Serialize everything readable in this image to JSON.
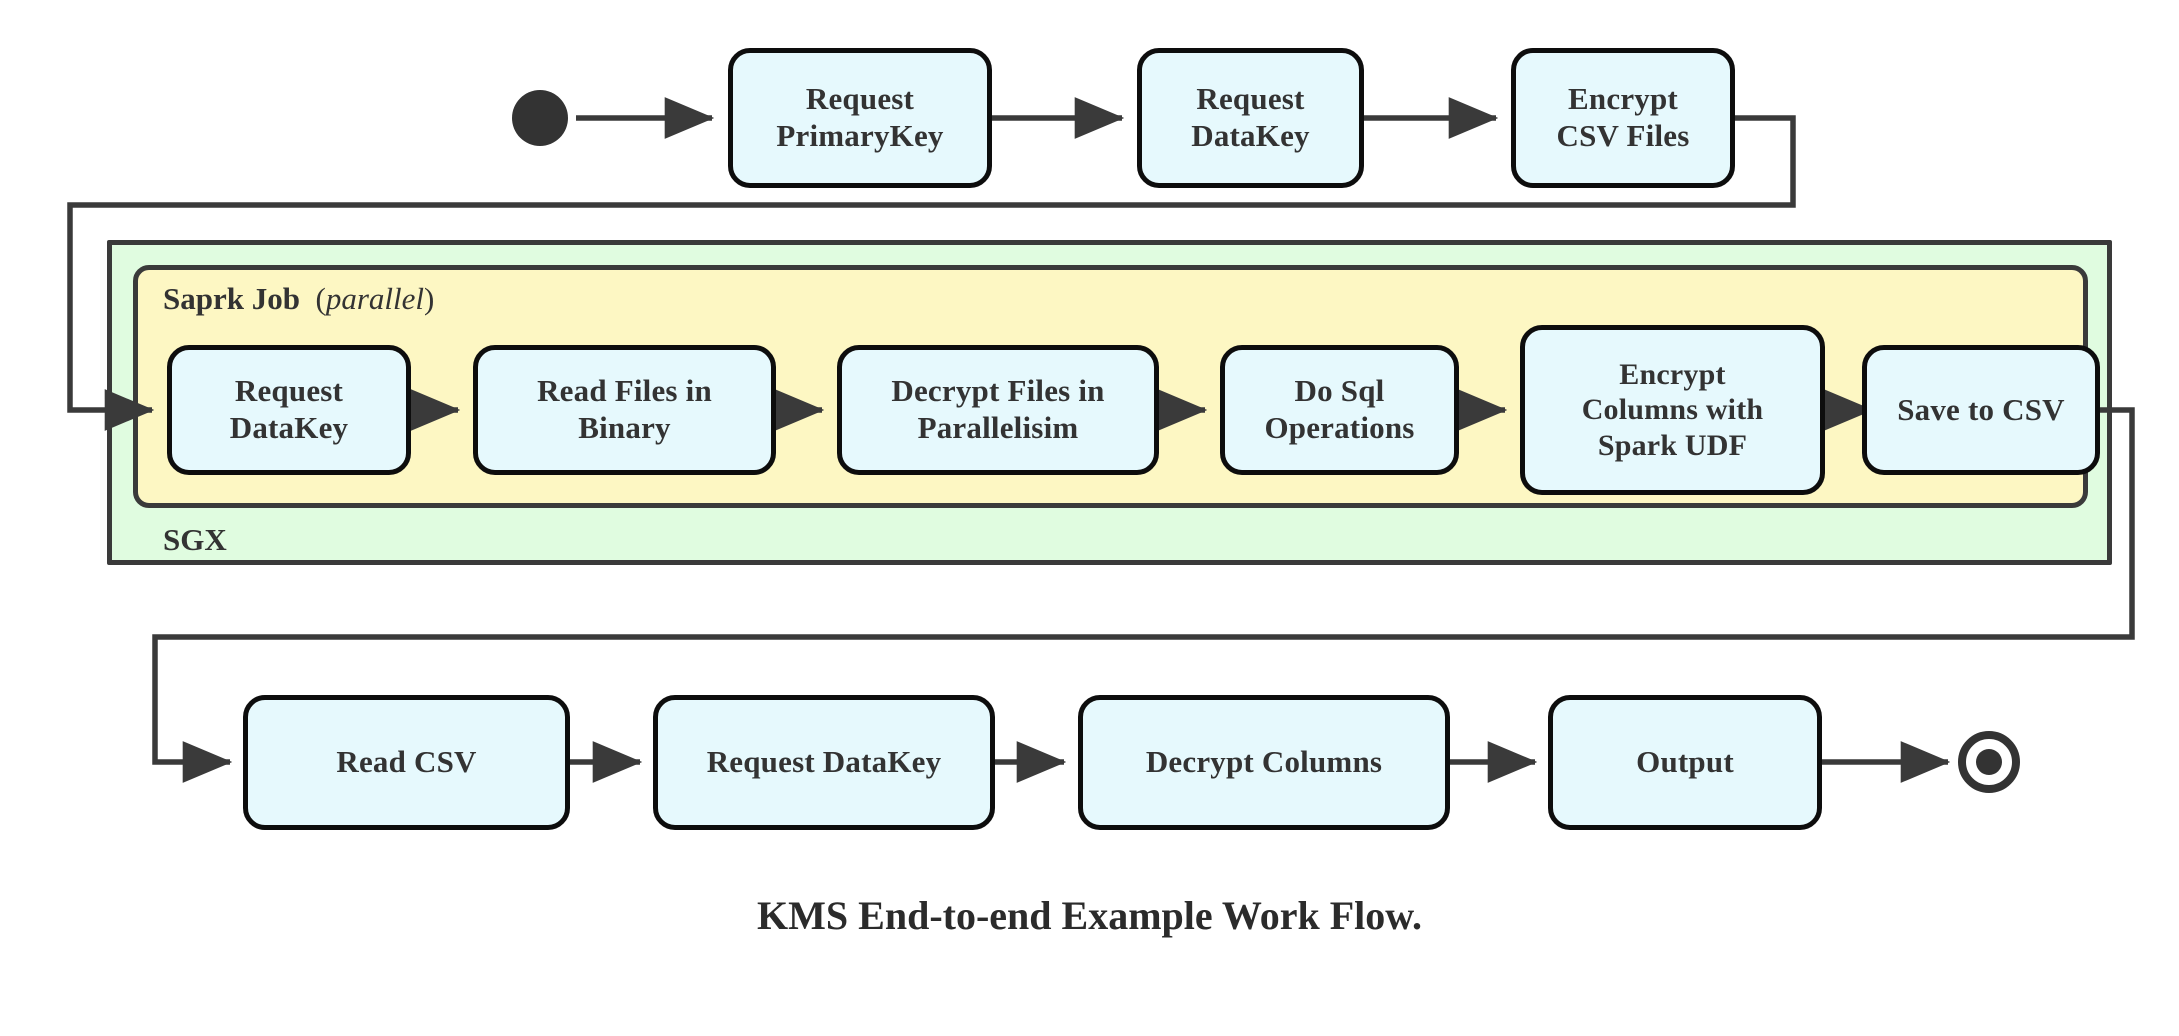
{
  "diagram": {
    "caption": "KMS End-to-end Example Work Flow.",
    "colors": {
      "node_fill": "#e6f9fd",
      "node_stroke": "#0d0d0d",
      "sgx_fill": "#e0fce0",
      "spark_fill": "#fdf7c3",
      "container_stroke": "#3a3a3a",
      "edge_stroke": "#3a3a3a",
      "text": "#333333",
      "background": "#ffffff"
    },
    "start_node": {
      "name": "initial-state"
    },
    "end_node": {
      "name": "final-state"
    },
    "containers": [
      {
        "id": "sgx",
        "label": "SGX",
        "label_position": "bottom-left",
        "fill": "#e0fce0"
      },
      {
        "id": "spark-job",
        "label_main": "Saprk Job",
        "label_suffix_open": "(",
        "label_suffix_italic": "parallel",
        "label_suffix_close": ")",
        "label_position": "top-left",
        "fill": "#fdf7c3"
      }
    ],
    "rows": {
      "top": {
        "name": "top-row",
        "nodes": [
          {
            "id": "request-primarykey",
            "label": "Request\nPrimaryKey"
          },
          {
            "id": "request-datakey-top",
            "label": "Request\nDataKey"
          },
          {
            "id": "encrypt-csv-files",
            "label": "Encrypt\nCSV Files"
          }
        ]
      },
      "spark": {
        "name": "spark-job-row",
        "nodes": [
          {
            "id": "request-datakey-spark",
            "label": "Request\nDataKey"
          },
          {
            "id": "read-files-in-binary",
            "label": "Read Files in\nBinary"
          },
          {
            "id": "decrypt-files-in-parallelisim",
            "label": "Decrypt Files in\nParallelisim"
          },
          {
            "id": "do-sql-operations",
            "label": "Do Sql\nOperations"
          },
          {
            "id": "encrypt-columns-with-spark-udf",
            "label": "Encrypt\nColumns with\nSpark UDF"
          },
          {
            "id": "save-to-csv",
            "label": "Save to CSV"
          }
        ]
      },
      "bottom": {
        "name": "bottom-row",
        "nodes": [
          {
            "id": "read-csv",
            "label": "Read CSV"
          },
          {
            "id": "request-datakey-bottom",
            "label": "Request DataKey"
          },
          {
            "id": "decrypt-columns",
            "label": "Decrypt Columns"
          },
          {
            "id": "output",
            "label": "Output"
          }
        ]
      }
    },
    "edges": [
      {
        "from": "initial-state",
        "to": "request-primarykey",
        "style": "straight"
      },
      {
        "from": "request-primarykey",
        "to": "request-datakey-top",
        "style": "straight"
      },
      {
        "from": "request-datakey-top",
        "to": "encrypt-csv-files",
        "style": "straight"
      },
      {
        "from": "encrypt-csv-files",
        "to": "request-datakey-spark",
        "style": "orthogonal-wrap-left"
      },
      {
        "from": "request-datakey-spark",
        "to": "read-files-in-binary",
        "style": "straight"
      },
      {
        "from": "read-files-in-binary",
        "to": "decrypt-files-in-parallelisim",
        "style": "straight"
      },
      {
        "from": "decrypt-files-in-parallelisim",
        "to": "do-sql-operations",
        "style": "straight"
      },
      {
        "from": "do-sql-operations",
        "to": "encrypt-columns-with-spark-udf",
        "style": "straight"
      },
      {
        "from": "encrypt-columns-with-spark-udf",
        "to": "save-to-csv",
        "style": "straight"
      },
      {
        "from": "save-to-csv",
        "to": "read-csv",
        "style": "orthogonal-wrap-left"
      },
      {
        "from": "read-csv",
        "to": "request-datakey-bottom",
        "style": "straight"
      },
      {
        "from": "request-datakey-bottom",
        "to": "decrypt-columns",
        "style": "straight"
      },
      {
        "from": "decrypt-columns",
        "to": "output",
        "style": "straight"
      },
      {
        "from": "output",
        "to": "final-state",
        "style": "straight"
      }
    ]
  }
}
